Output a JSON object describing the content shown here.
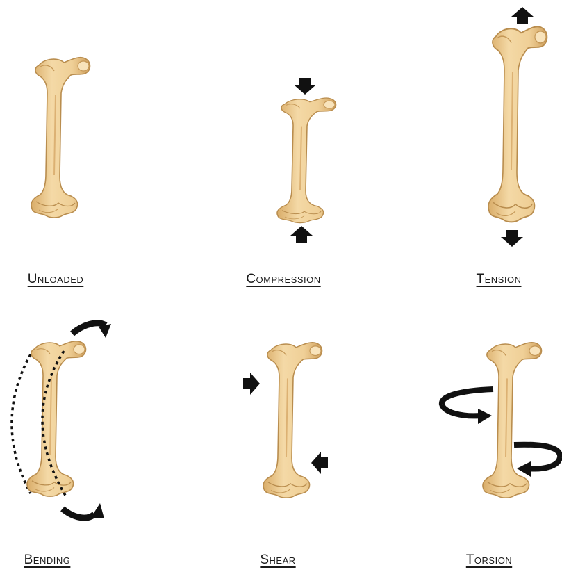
{
  "panels": [
    {
      "label": "Unloaded",
      "load": "none"
    },
    {
      "label": "Compression",
      "load": "compression",
      "arrows": "down-arrow-icon, up-arrow-icon"
    },
    {
      "label": "Tension",
      "load": "tension",
      "arrows": "up-arrow-icon, down-arrow-icon"
    },
    {
      "label": "Bending",
      "load": "bending",
      "arrows": "curved-arrow-icon",
      "outline": "dotted"
    },
    {
      "label": "Shear",
      "load": "shear",
      "arrows": "right-arrow-icon, left-arrow-icon"
    },
    {
      "label": "Torsion",
      "load": "torsion",
      "arrows": "rotation-arrow-icon"
    }
  ],
  "colors": {
    "bone_fill": "#efcf96",
    "bone_shade": "#d8ab66",
    "bone_outline": "#b98d4e",
    "arrow": "#111111"
  }
}
